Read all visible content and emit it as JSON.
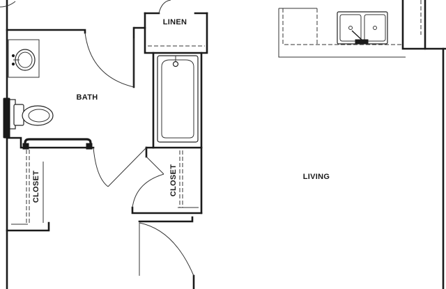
{
  "floor_plan": {
    "rooms": {
      "linen": "LINEN",
      "bath": "BATH",
      "closet_left": "CLOSET",
      "closet_right": "CLOSET",
      "living": "LIVING"
    },
    "colors": {
      "wall": "#1a1a1a",
      "background": "#ffffff"
    }
  }
}
